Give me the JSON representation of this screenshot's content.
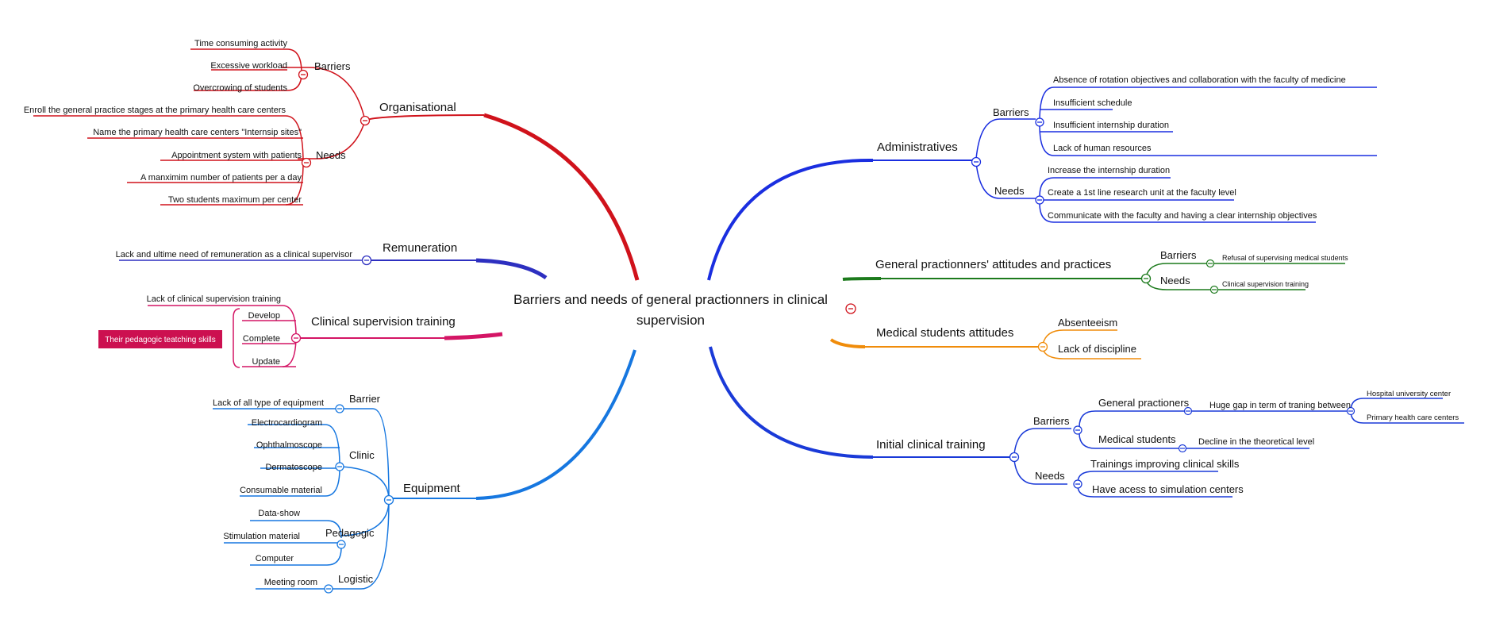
{
  "central_topic": {
    "line1": "Barriers and needs of general practionners in clinical",
    "line2": "supervision"
  },
  "colors": {
    "organisational": "#d0121b",
    "remuneration": "#2d2fc0",
    "clinical_supervision": "#d41565",
    "equipment": "#1677e0",
    "administratives": "#1a2ee0",
    "gp_attitudes": "#1c7a1c",
    "medical_students": "#f08c0a",
    "initial_training": "#1a3ad8",
    "highlight_box": "#cc1050"
  },
  "organisational": {
    "label": "Organisational",
    "barriers": {
      "label": "Barriers",
      "items": [
        "Time consuming activity",
        "Excessive workload",
        "Overcrowing of students"
      ]
    },
    "needs": {
      "label": "Needs",
      "items": [
        "Enroll the general practice stages at the primary health care centers",
        "Name the primary health care centers \"Internsip sites\"",
        "Appointment system with patients",
        "A manximim number of patients per a day",
        "Two students maximum per center"
      ]
    }
  },
  "remuneration": {
    "label": "Remuneration",
    "items": [
      "Lack and ultime need of remuneration as a clinical supervisor"
    ]
  },
  "clinical_supervision": {
    "label": "Clinical supervision training",
    "lack": "Lack of clinical supervision training",
    "actions": [
      "Develop",
      "Complete",
      "Update"
    ],
    "summary": "Their pedagogic teatching skills"
  },
  "equipment": {
    "label": "Equipment",
    "barrier": {
      "label": "Barrier",
      "items": [
        "Lack of all type of equipment"
      ]
    },
    "clinic": {
      "label": "Clinic",
      "items": [
        "Electrocardiogram",
        "Ophthalmoscope",
        "Dermatoscope",
        "Consumable material"
      ]
    },
    "pedagogic": {
      "label": "Pedagogic",
      "items": [
        "Data-show",
        "Stimulation material",
        "Computer"
      ]
    },
    "logistic": {
      "label": "Logistic",
      "items": [
        "Meeting room"
      ]
    }
  },
  "administratives": {
    "label": "Administratives",
    "barriers": {
      "label": "Barriers",
      "items": [
        "Absence of rotation objectives and collaboration with the faculty of medicine",
        "Insufficient schedule",
        "Insufficient internship duration",
        "Lack of human resources"
      ]
    },
    "needs": {
      "label": "Needs",
      "items": [
        "Increase the internship duration",
        "Create a 1st line research unit at the faculty level",
        "Communicate with the faculty and having a clear internship objectives"
      ]
    }
  },
  "gp_attitudes": {
    "label": "General practionners' attitudes and practices",
    "barriers": {
      "label": "Barriers",
      "items": [
        "Refusal of supervising medical students"
      ]
    },
    "needs": {
      "label": "Needs",
      "items": [
        "Clinical supervision training"
      ]
    }
  },
  "medical_students": {
    "label": "Medical students attitudes",
    "items": [
      "Absenteeism",
      "Lack of discipline"
    ]
  },
  "initial_training": {
    "label": "Initial clinical  training",
    "barriers": {
      "label": "Barriers",
      "general_practioners": {
        "label": "General practioners",
        "gap": "Huge gap in term of traning between",
        "targets": [
          "Hospital university center",
          "Primary health care centers"
        ]
      },
      "medical_students": {
        "label": "Medical students",
        "items": [
          "Decline in the theoretical level"
        ]
      }
    },
    "needs": {
      "label": "Needs",
      "items": [
        "Trainings improving clinical skills",
        "Have acess to simulation centers"
      ]
    }
  }
}
